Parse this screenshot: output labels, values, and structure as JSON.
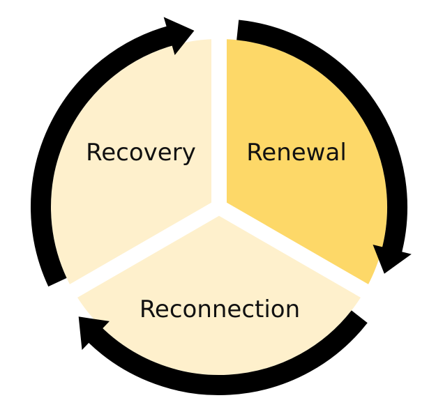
{
  "diagram": {
    "type": "cycle",
    "direction": "clockwise",
    "segments": [
      {
        "id": "recovery",
        "label": "Recovery",
        "color": "#FEF0CC"
      },
      {
        "id": "renewal",
        "label": "Renewal",
        "color": "#FDD868"
      },
      {
        "id": "reconnection",
        "label": "Reconnection",
        "color": "#FEF0CC"
      }
    ],
    "arrow_color": "#000000",
    "background": "#FFFFFF"
  }
}
